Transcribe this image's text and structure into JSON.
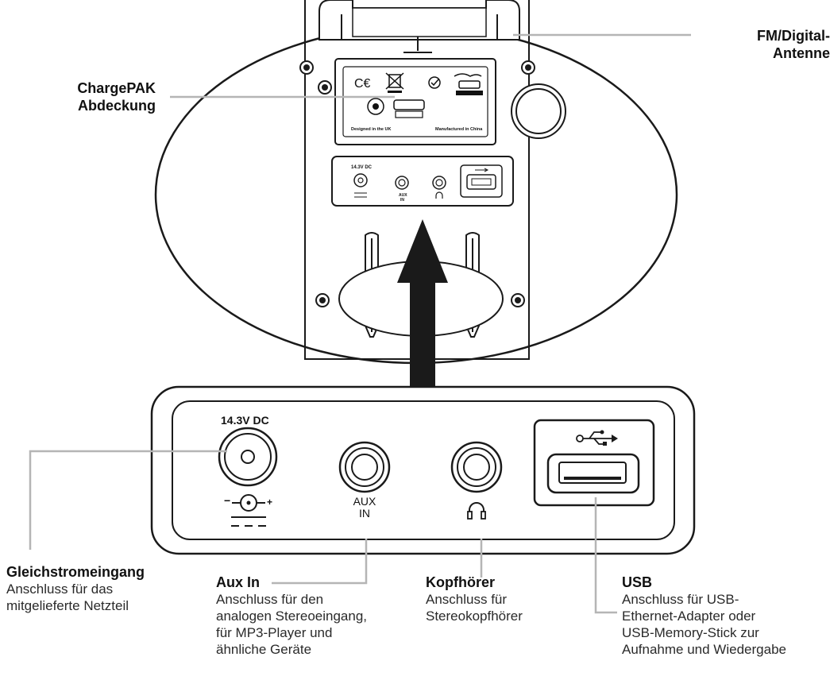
{
  "labels": {
    "chargepak": {
      "line1": "ChargePAK",
      "line2": "Abdeckung"
    },
    "antenna": {
      "line1": "FM/Digital-",
      "line2": "Antenne"
    },
    "dc_in": {
      "title": "Gleichstromeingang",
      "desc1": "Anschluss für das",
      "desc2": "mitgelieferte Netzteil"
    },
    "aux_in": {
      "title": "Aux In",
      "desc1": "Anschluss für den",
      "desc2": "analogen Stereoeingang,",
      "desc3": "für MP3-Player und",
      "desc4": "ähnliche Geräte"
    },
    "headphones": {
      "title": "Kopfhörer",
      "desc1": "Anschluss für",
      "desc2": "Stereokopfhörer"
    },
    "usb": {
      "title": "USB",
      "desc1": "Anschluss für USB-",
      "desc2": "Ethernet-Adapter oder",
      "desc3": "USB-Memory-Stick zur",
      "desc4": "Aufnahme und Wiedergabe"
    }
  },
  "panel": {
    "dc_rating": "14.3V DC",
    "aux_line1": "AUX",
    "aux_line2": "IN",
    "polarity_minus": "−",
    "polarity_plus": "+"
  },
  "label_plate": {
    "designed": "Designed in the UK",
    "manufactured": "Manufactured in China"
  },
  "small_panel": {
    "dc_rating": "14.3V DC",
    "aux_line1": "AUX",
    "aux_line2": "IN"
  },
  "colors": {
    "leader_line": "#b5b5b5",
    "outline": "#1a1a1a",
    "arrow": "#1a1a1a"
  }
}
